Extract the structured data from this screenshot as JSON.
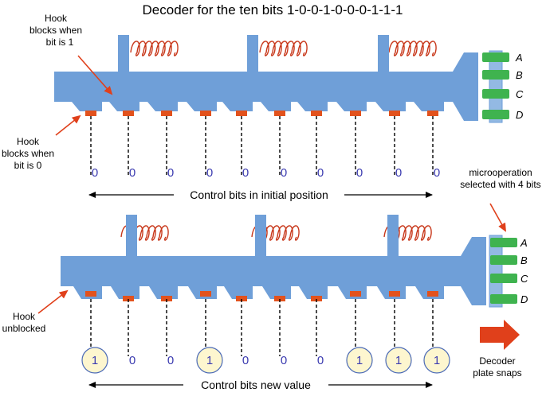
{
  "title": "Decoder for the ten bits 1-0-0-1-0-0-0-1-1-1",
  "annotations": {
    "hook_blocks_one": [
      "Hook",
      "blocks when",
      "bit is 1"
    ],
    "hook_blocks_zero": [
      "Hook",
      "blocks when",
      "bit is 0"
    ],
    "hook_unblocked": [
      "Hook",
      "unblocked"
    ],
    "microoperation": [
      "microoperation",
      "selected with 4 bits"
    ],
    "decoder_snaps": [
      "Decoder",
      "plate snaps"
    ]
  },
  "top_panel": {
    "bits": [
      "0",
      "0",
      "0",
      "0",
      "0",
      "0",
      "0",
      "0",
      "0",
      "0"
    ],
    "arrow_label": "Control bits in initial position"
  },
  "bottom_panel": {
    "bits": [
      "1",
      "0",
      "0",
      "1",
      "0",
      "0",
      "0",
      "1",
      "1",
      "1"
    ],
    "arrow_label": "Control bits new value"
  },
  "outputs": [
    "A",
    "B",
    "C",
    "D"
  ],
  "colors": {
    "plate": "#6f9fd8",
    "hook": "#e2521d",
    "spring": "#c8381b",
    "output": "#3fb34f",
    "connector": "#93b9e3",
    "bit_text": "#3b3bb0",
    "bit_circle_fill": "#fdf6cf",
    "bit_circle_stroke": "#4b6ab6",
    "arrow_red": "#e0401b"
  }
}
